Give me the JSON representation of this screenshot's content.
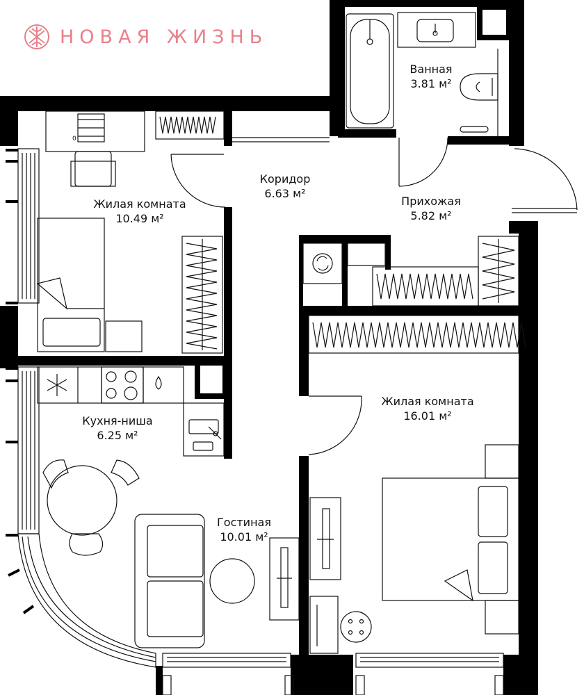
{
  "brand": {
    "name": "НОВАЯ ЖИЗНЬ",
    "color": "#e8808a"
  },
  "rooms": {
    "bathroom": {
      "name": "Ванная",
      "area": "3.81 м²"
    },
    "corridor": {
      "name": "Коридор",
      "area": "6.63 м²"
    },
    "hallway": {
      "name": "Прихожая",
      "area": "5.82 м²"
    },
    "bedroom_small": {
      "name": "Жилая комната",
      "area": "10.49 м²"
    },
    "kitchen": {
      "name": "Кухня-ниша",
      "area": "6.25 м²"
    },
    "living": {
      "name": "Гостиная",
      "area": "10.01 м²"
    },
    "bedroom_large": {
      "name": "Жилая комната",
      "area": "16.01 м²"
    }
  },
  "furniture": {
    "laptop_label": "0"
  },
  "colors": {
    "wall": "#000000",
    "line": "#111111",
    "background": "#ffffff"
  }
}
